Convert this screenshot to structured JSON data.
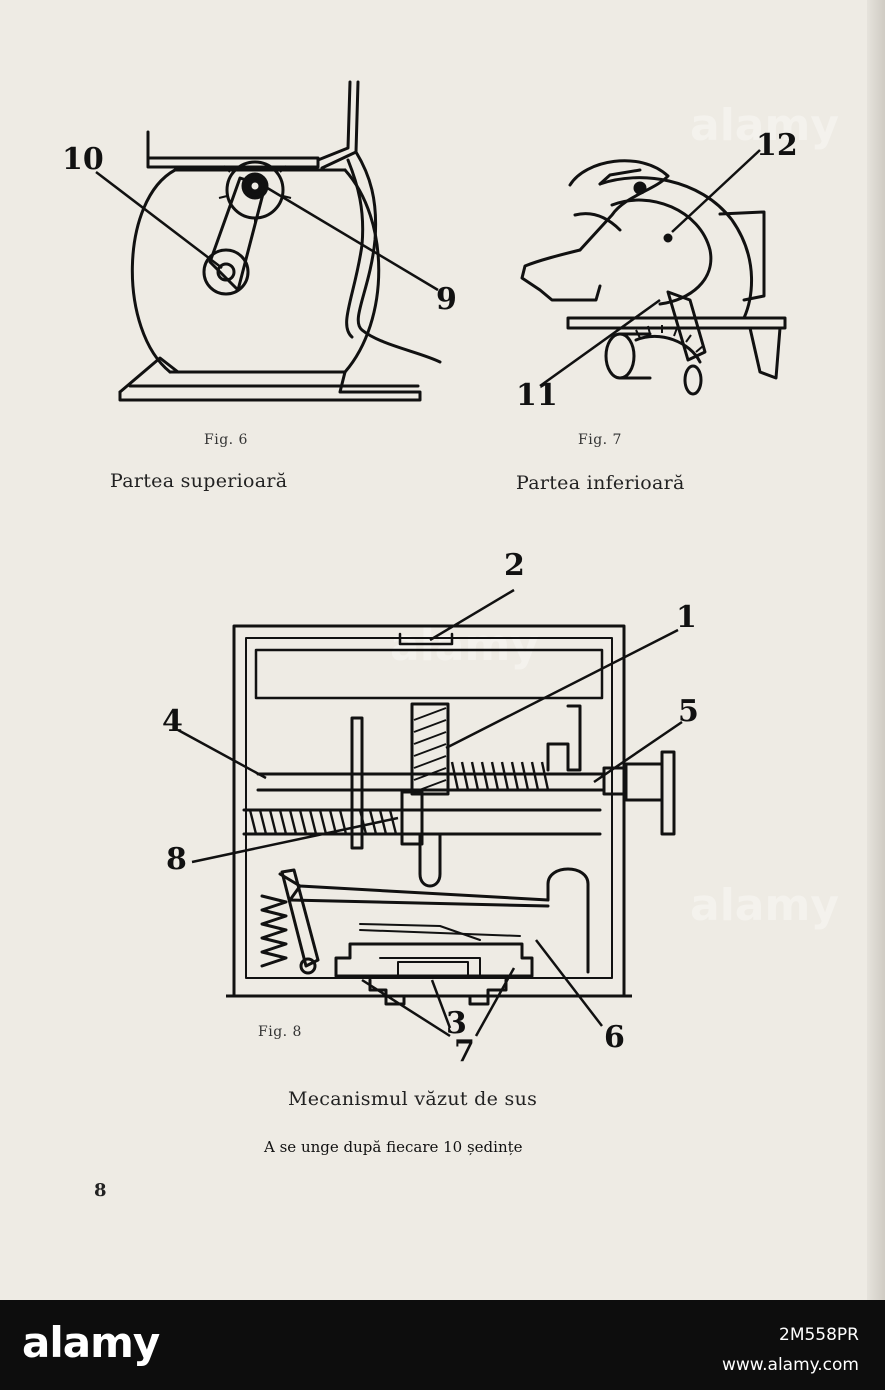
{
  "figures": {
    "fig6": {
      "label": "Fig. 6",
      "caption": "Partea superioară",
      "callouts": [
        "10",
        "9"
      ]
    },
    "fig7": {
      "label": "Fig. 7",
      "caption": "Partea inferioară",
      "callouts": [
        "12",
        "11"
      ]
    },
    "fig8": {
      "label": "Fig. 8",
      "caption": "Mecanismul văzut de sus",
      "note": "A se unge după fiecare 10 ședințe",
      "callouts": [
        "2",
        "1",
        "4",
        "5",
        "8",
        "3",
        "7",
        "6"
      ]
    }
  },
  "page_number": "8",
  "watermark": {
    "logo": "alamy",
    "image_id": "2M558PR",
    "url": "www.alamy.com"
  },
  "colors": {
    "paper": "#eeebe4",
    "ink": "#111111",
    "bar": "#0d0d0d"
  }
}
